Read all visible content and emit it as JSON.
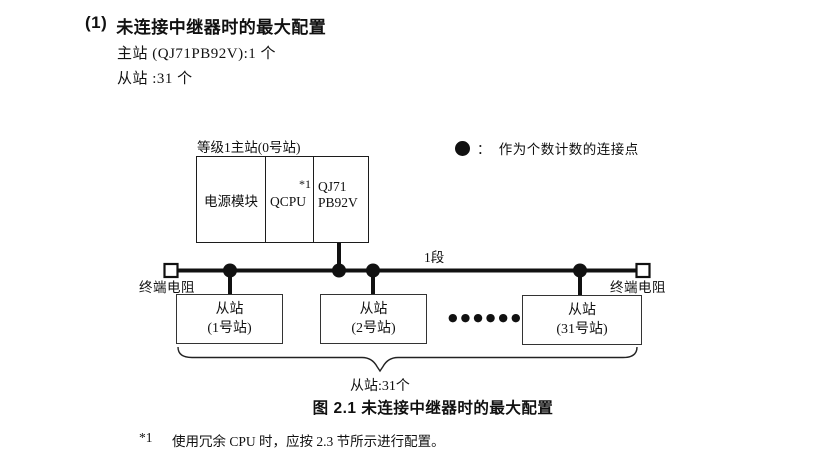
{
  "colors": {
    "ink": "#111111",
    "line": "#1c1c1c",
    "slave_border": "#333333",
    "background": "#ffffff"
  },
  "header": {
    "marker": "(1)",
    "title": "未连接中继器时的最大配置",
    "master_line": "主站 (QJ71PB92V):1 个",
    "slave_line": "从站 :31 个"
  },
  "diagram": {
    "master_label": "等级1主站(0号站)",
    "master_modules": {
      "power": "电源模块",
      "cpu": "QCPU",
      "cpu_note": "*1",
      "pb_line1": "QJ71",
      "pb_line2": "PB92V"
    },
    "legend": {
      "icon": "filled-circle",
      "text": "：  作为个数计数的连接点"
    },
    "segment_label": "1段",
    "terminator_left": "终端电阻",
    "terminator_right": "终端电阻",
    "slaves": [
      {
        "name": "从站",
        "station": "(1号站)"
      },
      {
        "name": "从站",
        "station": "(2号站)"
      },
      {
        "name": "从站",
        "station": "(31号站)"
      }
    ],
    "ellipsis": "●●●●●●",
    "brace_label": "从站:31个"
  },
  "caption": "图 2.1 未连接中继器时的最大配置",
  "footnote": {
    "marker": "*1",
    "text": "使用冗余 CPU 时，应按 2.3 节所示进行配置。"
  }
}
